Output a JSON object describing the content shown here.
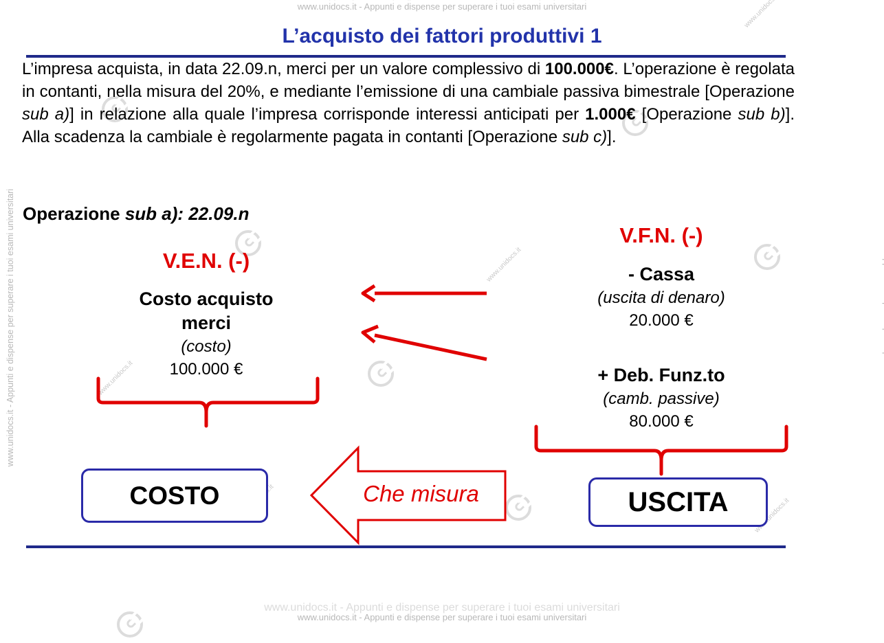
{
  "watermark": {
    "text": "www.unidocs.it - Appunti e dispense per superare i tuoi esami universitari",
    "short": "www.unidocs.it"
  },
  "title": "L’acquisto dei fattori produttivi 1",
  "paragraph": {
    "p1": "L’impresa acquista, in data 22.09.n, merci per un valore complessivo di ",
    "amount1": "100.000€",
    "p2": ". L’operazione è regolata in contanti, nella misura del 20%, e mediante l’emissione di una cambiale passiva bimestrale [Operazione ",
    "sub_a": "sub a)",
    "p3": "] in relazione alla quale l’impresa corrisponde interessi anticipati per ",
    "amount2": "1.000€",
    "p4": " [Operazione ",
    "sub_b": "sub b)",
    "p5": "]. Alla scadenza la cambiale è regolarmente pagata in contanti [Operazione ",
    "sub_c": "sub c)",
    "p6": "]."
  },
  "operation": {
    "prefix": "Operazione ",
    "sub": "sub a): 22.09.n"
  },
  "left": {
    "heading": "V.E.N. (-)",
    "label_line1": "Costo acquisto",
    "label_line2": "merci",
    "note": "(costo)",
    "amount": "100.000 €"
  },
  "right": {
    "heading": "V.F.N. (-)",
    "item1_label": "- Cassa",
    "item1_note": "(uscita di denaro)",
    "item1_amount": "20.000 €",
    "item2_label": "+ Deb. Funz.to",
    "item2_note": "(camb. passive)",
    "item2_amount": "80.000 €"
  },
  "boxes": {
    "left": "COSTO",
    "right": "USCITA"
  },
  "arrow_label": "Che misura",
  "colors": {
    "title": "#2233aa",
    "accent_red": "#e00000",
    "rule": "#1f2a8a",
    "box_border": "#2a2aa8"
  }
}
